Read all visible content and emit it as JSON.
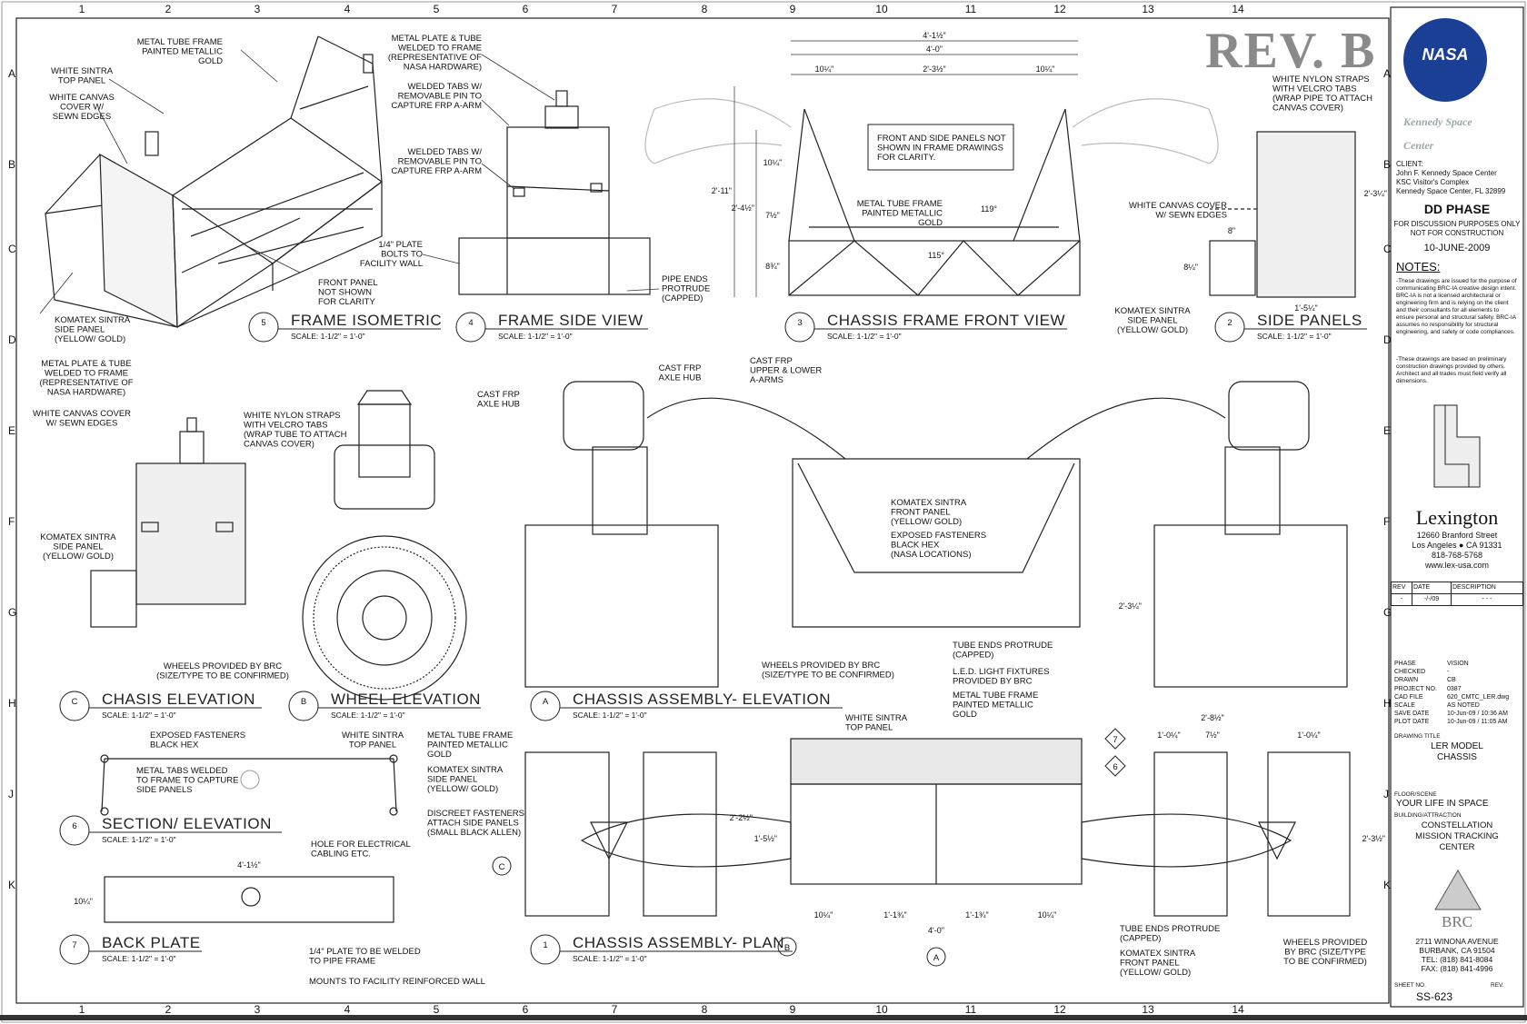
{
  "revision_stamp": "REV. B",
  "grid": {
    "columns": [
      "1",
      "2",
      "3",
      "4",
      "5",
      "6",
      "7",
      "8",
      "9",
      "10",
      "11",
      "12",
      "13",
      "14"
    ],
    "rows": [
      "A",
      "B",
      "C",
      "D",
      "E",
      "F",
      "G",
      "H",
      "J",
      "K"
    ]
  },
  "title_block": {
    "nasa_logo_text": "NASA",
    "ksc_logo_text": "Kennedy Space Center",
    "client_label": "CLIENT:",
    "client_lines": [
      "John F. Kennedy Space Center",
      "KSC Visitor's Complex",
      "Kennedy Space Center, FL  32899"
    ],
    "phase": "DD PHASE",
    "phase_note_1": "FOR DISCUSSION PURPOSES ONLY",
    "phase_note_2": "NOT FOR CONSTRUCTION",
    "date": "10-JUNE-2009",
    "notes_title": "NOTES:",
    "notes": [
      "-These drawings are issued for the purpose of communicating BRC-IA creative design intent.  BRC-IA is not a licensed architectural or engineering firm and is relying on the client and their consultants for all elements to ensure personal and structural safety. BRC-IA assumes no responsibility for structural  engineering, and safety or code  compliances.",
      "-These drawings are based on preliminary construction drawings provided by others.  Architect and all trades must field verify all dimensions."
    ],
    "lexington": {
      "name": "Lexington",
      "address_1": "12660 Branford Street",
      "address_2": "Los Angeles ● CA 91331",
      "phone": "818-768-5768",
      "web": "www.lex-usa.com"
    },
    "rev_table": {
      "headers": [
        "REV",
        "DATE",
        "DESCRIPTION"
      ],
      "row": [
        "-",
        "-/-/09",
        "- - -"
      ]
    },
    "fields": [
      {
        "label": "PHASE",
        "value": "VISION"
      },
      {
        "label": "CHECKED",
        "value": "-"
      },
      {
        "label": "DRAWN",
        "value": "CB"
      },
      {
        "label": "PROJECT NO.",
        "value": "0387"
      },
      {
        "label": "CAD FILE",
        "value": "620_CMTC_LER.dwg"
      },
      {
        "label": "SCALE",
        "value": "AS NOTED"
      },
      {
        "label": "SAVE DATE",
        "value": "10-Jun-09 / 10:36 AM"
      },
      {
        "label": "PLOT DATE",
        "value": "10-Jun-09 / 11:05 AM"
      }
    ],
    "drawing_title_label": "DRAWING TITLE",
    "drawing_title": [
      "LER MODEL",
      "CHASSIS"
    ],
    "floor_label": "FLOOR/SCENE",
    "floor": "YOUR LIFE IN SPACE",
    "building_label": "BUILDING/ATTRACTION",
    "building": [
      "CONSTELLATION",
      "MISSION TRACKING",
      "CENTER"
    ],
    "brc": {
      "name": "BRC",
      "address_1": "2711 WINONA AVENUE",
      "address_2": "BURBANK, CA 91504",
      "tel": "TEL: (818) 841-8084",
      "fax": "FAX: (818) 841-4996"
    },
    "sheet_label": "SHEET NO.",
    "sheet_no": "SS-623",
    "rev_label": "REV."
  },
  "views": [
    {
      "num": "5",
      "title": "FRAME ISOMETRIC",
      "scale": "SCALE:  1-1/2\" = 1'-0\""
    },
    {
      "num": "4",
      "title": "FRAME SIDE VIEW",
      "scale": "SCALE:  1-1/2\" = 1'-0\""
    },
    {
      "num": "3",
      "title": "CHASSIS FRAME FRONT VIEW",
      "scale": "SCALE:  1-1/2\" = 1'-0\""
    },
    {
      "num": "2",
      "title": "SIDE PANELS",
      "scale": "SCALE:  1-1/2\" = 1'-0\""
    },
    {
      "num": "C",
      "title": "CHASIS ELEVATION",
      "scale": "SCALE:  1-1/2\" = 1'-0\""
    },
    {
      "num": "B",
      "title": "WHEEL ELEVATION",
      "scale": "SCALE:  1-1/2\" = 1'-0\""
    },
    {
      "num": "A",
      "title": "CHASSIS ASSEMBLY- ELEVATION",
      "scale": "SCALE:  1-1/2\" = 1'-0\""
    },
    {
      "num": "6",
      "title": "SECTION/ ELEVATION",
      "scale": "SCALE:  1-1/2\" = 1'-0\""
    },
    {
      "num": "7",
      "title": "BACK PLATE",
      "scale": "SCALE:  1-1/2\" = 1'-0\""
    },
    {
      "num": "1",
      "title": "CHASSIS ASSEMBLY- PLAN",
      "scale": "SCALE:  1-1/2\" = 1'-0\""
    }
  ],
  "callouts": {
    "iso_tube": "METAL TUBE FRAME\nPAINTED METALLIC\nGOLD",
    "iso_top": "WHITE SINTRA\nTOP PANEL",
    "iso_canvas": "WHITE CANVAS\nCOVER W/\nSEWN EDGES",
    "iso_front": "FRONT PANEL\nNOT SHOWN\nFOR CLARITY",
    "iso_komatex": "KOMATEX SINTRA\nSIDE PANEL\n(YELLOW/ GOLD)",
    "side_plate": "METAL PLATE & TUBE\nWELDED TO FRAME\n(REPRESENTATIVE OF\nNASA HARDWARE)",
    "side_tabs1": "WELDED TABS W/\nREMOVABLE PIN TO\nCAPTURE FRP A-ARM",
    "side_tabs2": "WELDED TABS W/\nREMOVABLE PIN TO\nCAPTURE FRP A-ARM",
    "side_plate_bolts": "1/4\" PLATE\nBOLTS TO\nFACILITY WALL",
    "side_pipe": "PIPE ENDS\nPROTRUDE\n(CAPPED)",
    "front_note": "FRONT AND SIDE PANELS NOT\nSHOWN IN FRAME DRAWINGS\nFOR CLARITY.",
    "front_tube": "METAL TUBE FRAME\nPAINTED METALLIC\nGOLD",
    "panels_straps": "WHITE NYLON STRAPS\nWITH VELCRO TABS\n(WRAP PIPE TO ATTACH\nCANVAS COVER)",
    "panels_canvas": "WHITE CANVAS COVER\nW/ SEWN EDGES",
    "panels_komatex": "KOMATEX SINTRA\nSIDE PANEL\n(YELLOW/ GOLD)",
    "c_plate": "METAL PLATE & TUBE\nWELDED TO FRAME\n(REPRESENTATIVE OF\nNASA HARDWARE)",
    "c_canvas": "WHITE CANVAS COVER\nW/ SEWN EDGES",
    "c_straps": "WHITE NYLON STRAPS\nWITH VELCRO TABS\n(WRAP TUBE TO ATTACH\nCANVAS COVER)",
    "c_komatex": "KOMATEX SINTRA\nSIDE PANEL\n(YELLOW/ GOLD)",
    "b_hub": "CAST FRP\nAXLE HUB",
    "b_wheels": "WHEELS PROVIDED BY BRC\n(SIZE/TYPE TO BE CONFIRMED)",
    "a_hub": "CAST FRP\nAXLE HUB",
    "a_arms": "CAST FRP\nUPPER & LOWER\nA-ARMS",
    "a_komatex": "KOMATEX SINTRA\nFRONT PANEL\n(YELLOW/ GOLD)",
    "a_fasteners": "EXPOSED FASTENERS\nBLACK HEX\n(NASA LOCATIONS)",
    "a_wheels": "WHEELS PROVIDED BY BRC\n(SIZE/TYPE TO BE CONFIRMED)",
    "a_tube_ends": "TUBE ENDS PROTRUDE\n(CAPPED)",
    "a_led": "L.E.D. LIGHT FIXTURES\nPROVIDED BY BRC",
    "a_tube": "METAL TUBE FRAME\nPAINTED METALLIC\nGOLD",
    "s_fasteners": "EXPOSED FASTENERS\nBLACK HEX",
    "s_top": "WHITE SINTRA\nTOP PANEL",
    "s_tube": "METAL TUBE FRAME\nPAINTED METALLIC\nGOLD",
    "s_tabs": "METAL TABS WELDED\nTO FRAME TO CAPTURE\nSIDE PANELS",
    "s_komatex": "KOMATEX SINTRA\nSIDE PANEL\n(YELLOW/ GOLD)",
    "s_discreet": "DISCREET FASTENERS\nATTACH SIDE PANELS\n(SMALL BLACK ALLEN)",
    "bp_hole": "HOLE FOR ELECTRICAL\nCABLING ETC.",
    "bp_plate": "1/4\" PLATE TO BE WELDED\nTO PIPE FRAME",
    "bp_mounts": "MOUNTS TO FACILITY REINFORCED WALL",
    "p_top": "WHITE SINTRA\nTOP PANEL",
    "p_tube_ends": "TUBE ENDS PROTRUDE\n(CAPPED)",
    "p_komatex": "KOMATEX SINTRA\nFRONT PANEL\n(YELLOW/ GOLD)",
    "p_wheels": "WHEELS PROVIDED\nBY BRC (SIZE/TYPE\nTO BE CONFIRMED)"
  },
  "dimensions": {
    "front_overall": "4'-1½\"",
    "front_inner": "4'-0\"",
    "front_left": "10¼\"",
    "front_mid": "2'-3½\"",
    "front_right": "10¼\"",
    "front_h_total": "2'-11\"",
    "front_h_a": "10¼\"",
    "front_h_b": "2'-4½\"",
    "front_h_c": "7½\"",
    "front_h_d": "8¾\"",
    "angle_119": "119°",
    "angle_115": "115°",
    "panel_h": "2'-3¼\"",
    "panel_8": "8\"",
    "panel_8b": "8¼\"",
    "panel_w": "1'-5¼\"",
    "a_height": "2'-3¼\"",
    "bp_width": "4'-1½\"",
    "bp_height": "10¼\"",
    "plan_overall": "2'-8½\"",
    "plan_a": "1'-0¼\"",
    "plan_b": "7½\"",
    "plan_c": "1'-0¼\"",
    "plan_h1": "2'-2½\"",
    "plan_h2": "1'-5½\"",
    "plan_h3": "2'-3½\"",
    "plan_b1": "10¼\"",
    "plan_b2": "1'-1¾\"",
    "plan_b3": "1'-1¾\"",
    "plan_b4": "10¼\"",
    "plan_total": "4'-0\""
  },
  "section_markers": {
    "m7": "7",
    "m6": "6",
    "mC": "C",
    "mB": "B",
    "mA": "A"
  }
}
